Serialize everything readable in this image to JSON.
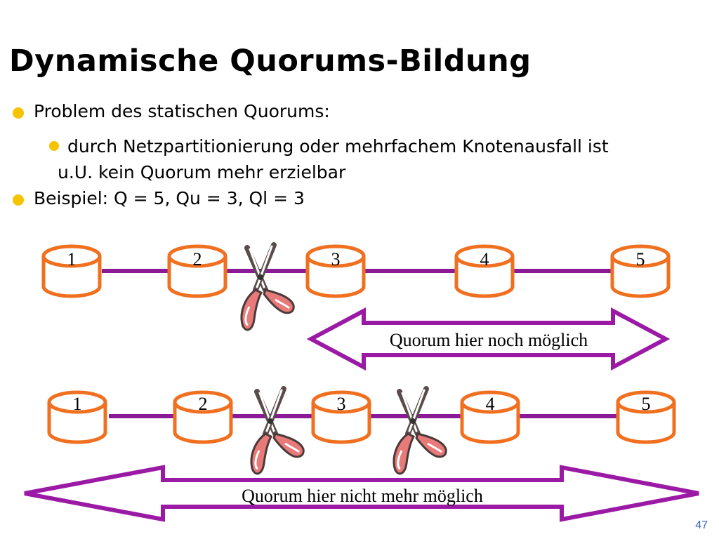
{
  "slide": {
    "title": "Dynamische Quorums-Bildung",
    "bullets": {
      "problem": "Problem des statischen Quorums:",
      "sub_line1": "durch Netzpartitionierung oder mehrfachem Knotenausfall ist",
      "sub_line2": "u.U. kein Quorum mehr erzielbar",
      "example": "Beispiel: Q = 5, Qu = 3, Ql = 3"
    },
    "page_number": "47"
  },
  "diagram": {
    "rows": [
      {
        "nodes": [
          "1",
          "2",
          "3",
          "4",
          "5"
        ],
        "cuts_after": [
          2
        ],
        "arrow_label": "Quorum hier noch möglich"
      },
      {
        "nodes": [
          "1",
          "2",
          "3",
          "4",
          "5"
        ],
        "cuts_after": [
          2,
          3
        ],
        "arrow_label": "Quorum hier nicht mehr möglich"
      }
    ]
  },
  "colors": {
    "node_stroke": "#f07020",
    "line": "#8b1a96",
    "arrow": "#9b1aa5",
    "bullet": "#f5c400",
    "scissor_handle": "#e87a7a"
  }
}
